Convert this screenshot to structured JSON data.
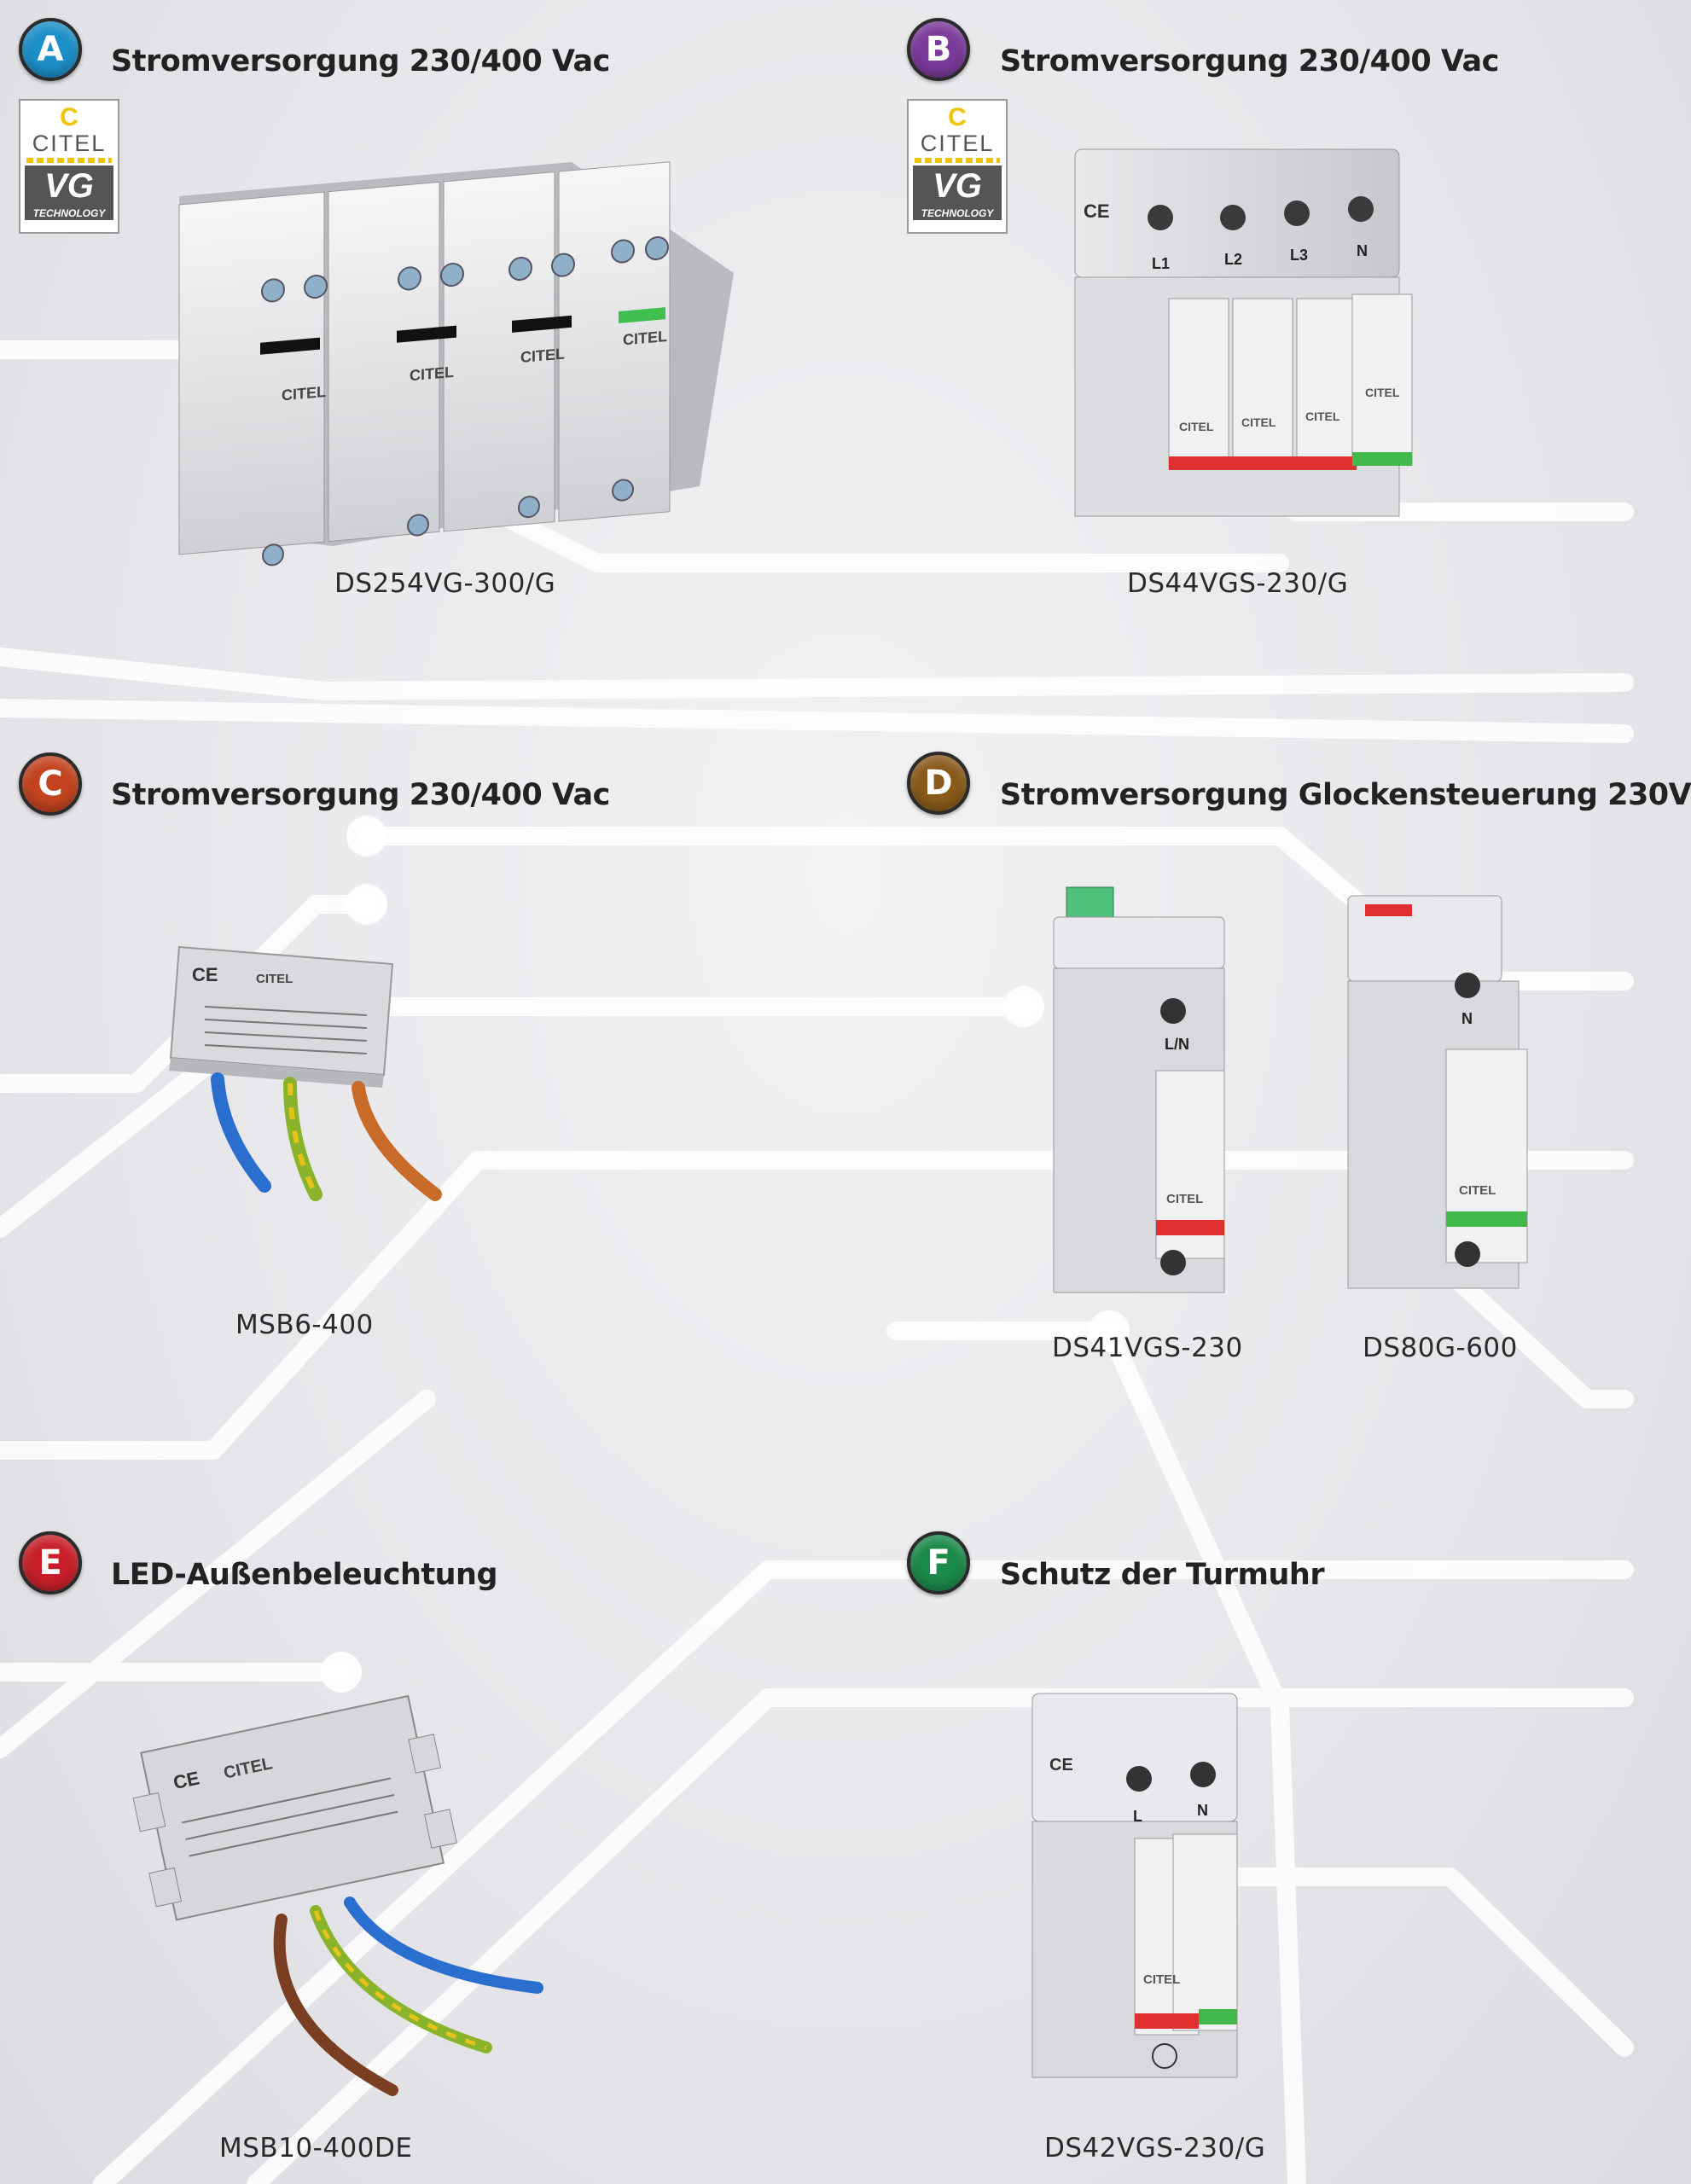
{
  "sections": [
    {
      "badge": "A",
      "color": "#1d8fc8",
      "title": "Stromversorgung 230/400 Vac",
      "products": [
        "DS254VG-300/G"
      ],
      "logo": true
    },
    {
      "badge": "B",
      "color": "#7b3a9a",
      "title": "Stromversorgung 230/400 Vac",
      "products": [
        "DS44VGS-230/G"
      ],
      "logo": true
    },
    {
      "badge": "C",
      "color": "#c3431f",
      "title": "Stromversorgung 230/400 Vac",
      "products": [
        "MSB6-400"
      ]
    },
    {
      "badge": "D",
      "color": "#8a5a1a",
      "title": "Stromversorgung Glockensteuerung 230V",
      "products": [
        "DS41VGS-230",
        "DS80G-600"
      ]
    },
    {
      "badge": "E",
      "color": "#c8202a",
      "title": "LED-Außenbeleuchtung",
      "products": [
        "MSB10-400DE"
      ]
    },
    {
      "badge": "F",
      "color": "#1c8a4a",
      "title": "Schutz der Turmuhr",
      "products": [
        "DS42VGS-230/G"
      ]
    }
  ],
  "logo": {
    "letter": "C",
    "brand": "CITEL",
    "mark": "VG",
    "tagline": "TECHNOLOGY"
  },
  "device_labels": {
    "citel": "CITEL",
    "ce": "CE",
    "terminals_b": [
      "L1",
      "L2",
      "L3",
      "N"
    ],
    "terminal_d1": "L/N",
    "terminal_d2": "N",
    "terminals_f": [
      "L",
      "N"
    ]
  }
}
